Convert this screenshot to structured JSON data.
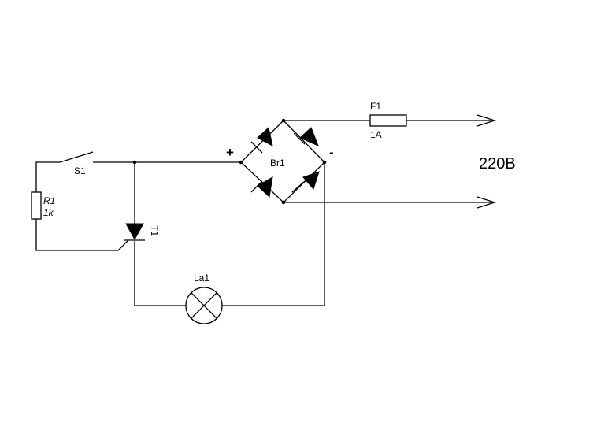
{
  "switch": {
    "ref": "S1"
  },
  "resistor": {
    "ref": "R1",
    "value": "1k"
  },
  "thyristor": {
    "ref": "T1"
  },
  "lamp": {
    "ref": "La1"
  },
  "bridge": {
    "ref": "Br1",
    "plus": "+",
    "minus": "-"
  },
  "fuse": {
    "ref": "F1",
    "value": "1A"
  },
  "output": {
    "voltage": "220B"
  }
}
